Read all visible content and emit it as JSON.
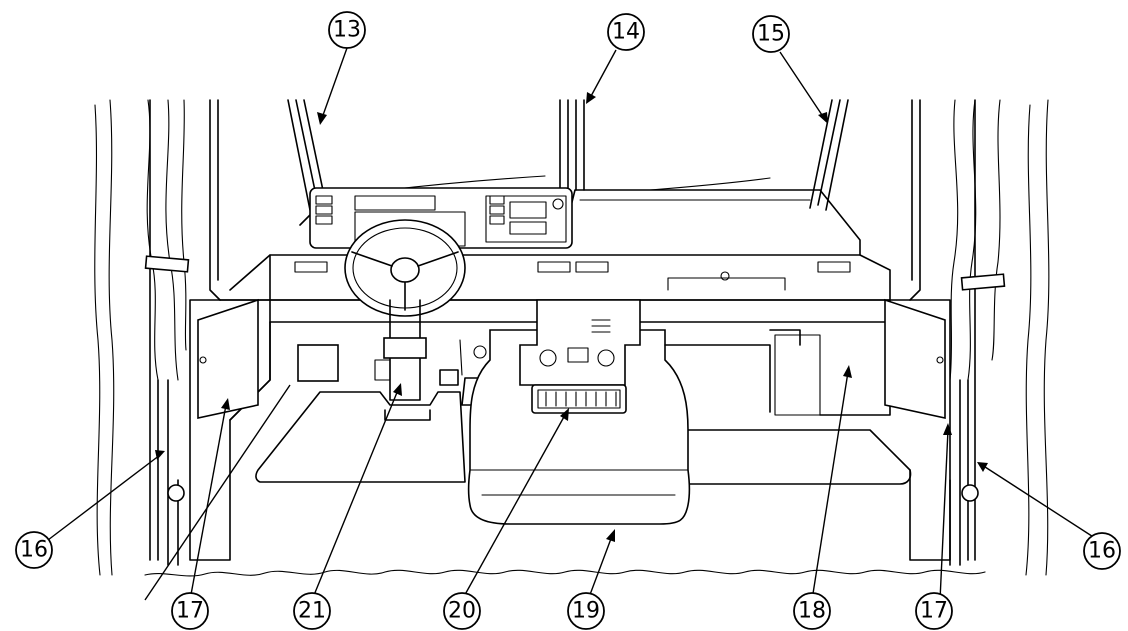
{
  "callouts": [
    {
      "id": "c13",
      "label": "13"
    },
    {
      "id": "c14",
      "label": "14"
    },
    {
      "id": "c15",
      "label": "15"
    },
    {
      "id": "c16-left",
      "label": "16"
    },
    {
      "id": "c16-right",
      "label": "16"
    },
    {
      "id": "c17-left",
      "label": "17"
    },
    {
      "id": "c17-right",
      "label": "17"
    },
    {
      "id": "c18",
      "label": "18"
    },
    {
      "id": "c19",
      "label": "19"
    },
    {
      "id": "c20",
      "label": "20"
    },
    {
      "id": "c21",
      "label": "21"
    }
  ]
}
